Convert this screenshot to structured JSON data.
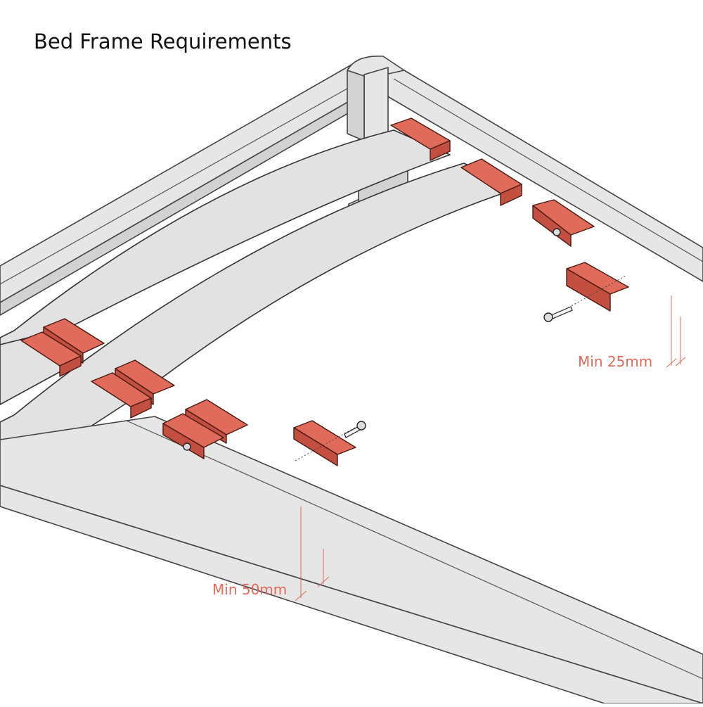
{
  "title": "Bed Frame Requirements",
  "dimensions": {
    "side_rail": "Min 25mm",
    "center_rail": "Min 50mm"
  },
  "colors": {
    "accent": "#e16b5a",
    "accent_dark": "#c24f40",
    "frame": "#e6e6e6",
    "outline": "#333333"
  }
}
